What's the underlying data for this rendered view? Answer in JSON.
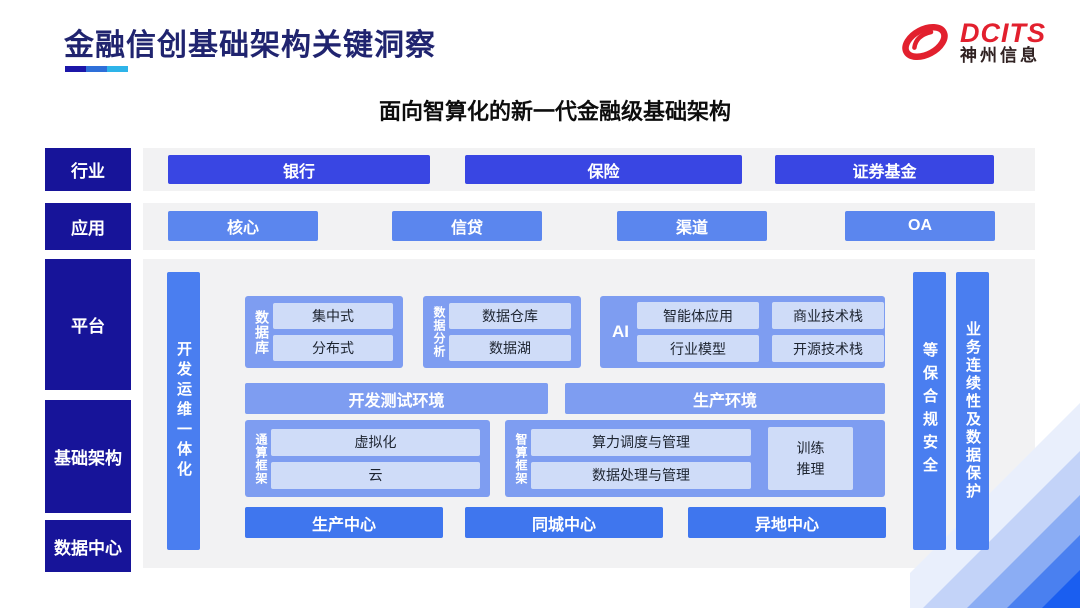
{
  "header": {
    "title": "金融信创基础架构关键洞察",
    "logo": {
      "brand": "DCITS",
      "subbrand": "神州信息"
    }
  },
  "subtitle": "面向智算化的新一代金融级基础架构",
  "colors": {
    "navy_label": "#171499",
    "royal_button": "#3946e3",
    "mid_button": "#5b86ee",
    "group_bg": "#7e9df1",
    "inner_box": "#cfdcf8",
    "vertical_bar": "#4a7ef0",
    "center_button": "#3f76ee",
    "strip_gray": "#f2f2f3",
    "title_navy": "#20246f",
    "logo_red": "#e2202e"
  },
  "diagram": {
    "row_labels": {
      "industry": "行业",
      "application": "应用",
      "platform": "平台",
      "infrastructure": "基础架构",
      "datacenter": "数据中心"
    },
    "industry_row": {
      "items": [
        "银行",
        "保险",
        "证券基金"
      ]
    },
    "application_row": {
      "items": [
        "核心",
        "信贷",
        "渠道",
        "OA"
      ]
    },
    "platform": {
      "left_bar": "开发运维一体化",
      "right_bar_security": "等保合规安全",
      "right_bar_continuity": "业务连续性及数据保护",
      "database_group": {
        "label": "数据库",
        "items": [
          "集中式",
          "分布式"
        ]
      },
      "analytics_group": {
        "label": "数据分析",
        "items": [
          "数据仓库",
          "数据湖"
        ]
      },
      "ai_group": {
        "label": "AI",
        "items": [
          "智能体应用",
          "商业技术栈",
          "行业模型",
          "开源技术栈"
        ]
      },
      "env_row": {
        "dev": "开发测试环境",
        "prod": "生产环境"
      },
      "general_framework": {
        "label": "通算框架",
        "items": [
          "虚拟化",
          "云"
        ]
      },
      "ai_framework": {
        "label": "智算框架",
        "items": [
          "算力调度与管理",
          "数据处理与管理"
        ],
        "side_box": "训练\n推理"
      },
      "centers": [
        "生产中心",
        "同城中心",
        "异地中心"
      ]
    }
  }
}
